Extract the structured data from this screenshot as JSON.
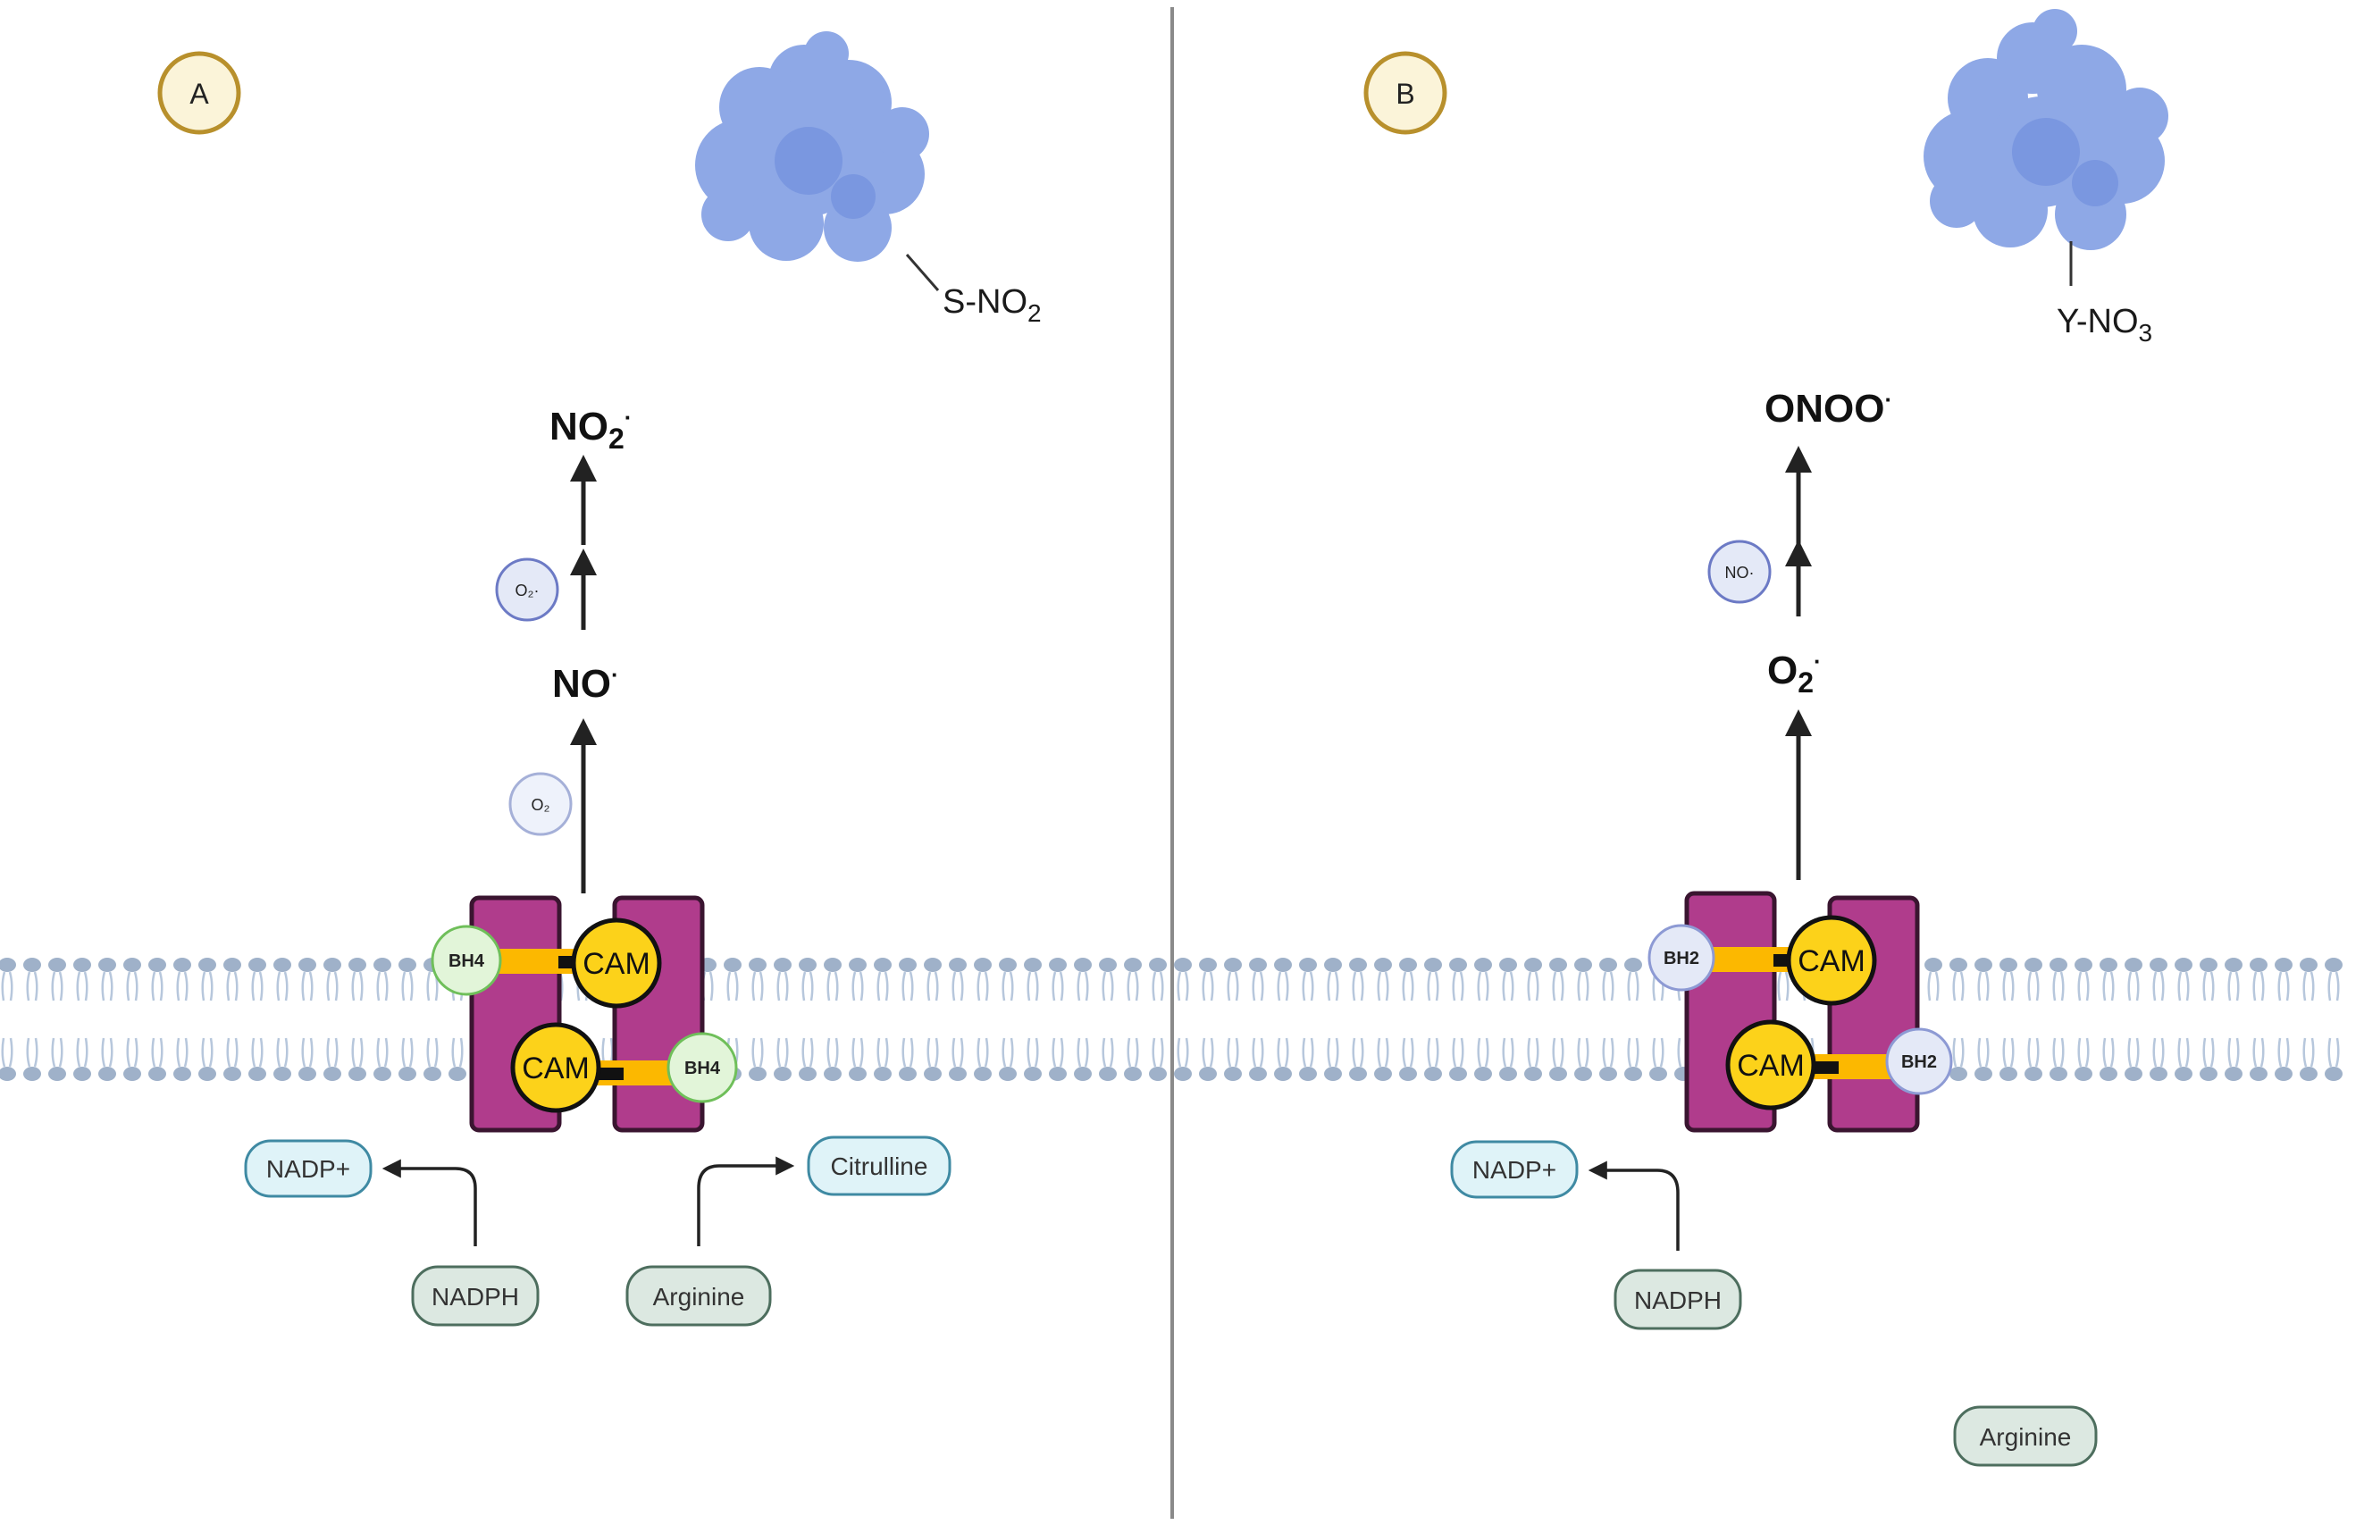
{
  "panels": {
    "A": {
      "label": "A",
      "protein_mod": {
        "pre": "S-NO",
        "sub": "2",
        "post": ""
      },
      "top_product": {
        "pre": "NO",
        "sub": "2",
        "sup": "·"
      },
      "cofactor_top": "O₂·",
      "mid_product": {
        "pre": "NO",
        "sub": "",
        "sup": "·"
      },
      "cofactor_bottom": "O₂",
      "enzyme": {
        "cofactor": "BH4",
        "cam": "CAM"
      },
      "reactions": {
        "nadp_out": "NADP+",
        "nadph_in": "NADPH",
        "arginine_in": "Arginine",
        "citrulline_out": "Citrulline"
      }
    },
    "B": {
      "label": "B",
      "protein_mod": {
        "pre": "Y-NO",
        "sub": "3",
        "post": ""
      },
      "top_product": {
        "pre": "ONOO",
        "sub": "",
        "sup": "·"
      },
      "cofactor_top": "NO·",
      "mid_product": {
        "pre": "O",
        "sub": "2",
        "sup": "·"
      },
      "enzyme": {
        "cofactor": "BH2",
        "cam": "CAM"
      },
      "reactions": {
        "nadp_out": "NADP+",
        "nadph_in": "NADPH",
        "arginine_free": "Arginine"
      }
    }
  },
  "colors": {
    "enzyme": "#b03c8c",
    "cam": "#fcd21a",
    "linker": "#fcb800",
    "bh4": "#e2f5d9",
    "bh4_stroke": "#6fbf5a",
    "bh2": "#e4e9f7",
    "bh2_stroke": "#8d9ad4",
    "membrane_head": "#9fb1c9",
    "membrane_tail": "#b7c7dc",
    "protein_blob": "#8ea8e6",
    "pill_blue": "#dff3f8",
    "pill_blue_stroke": "#3f8aa3",
    "pill_green": "#dce8e1",
    "pill_green_stroke": "#4d6e5e",
    "panel_label_fill": "#fbf4d9",
    "panel_label_stroke": "#b8902c"
  }
}
